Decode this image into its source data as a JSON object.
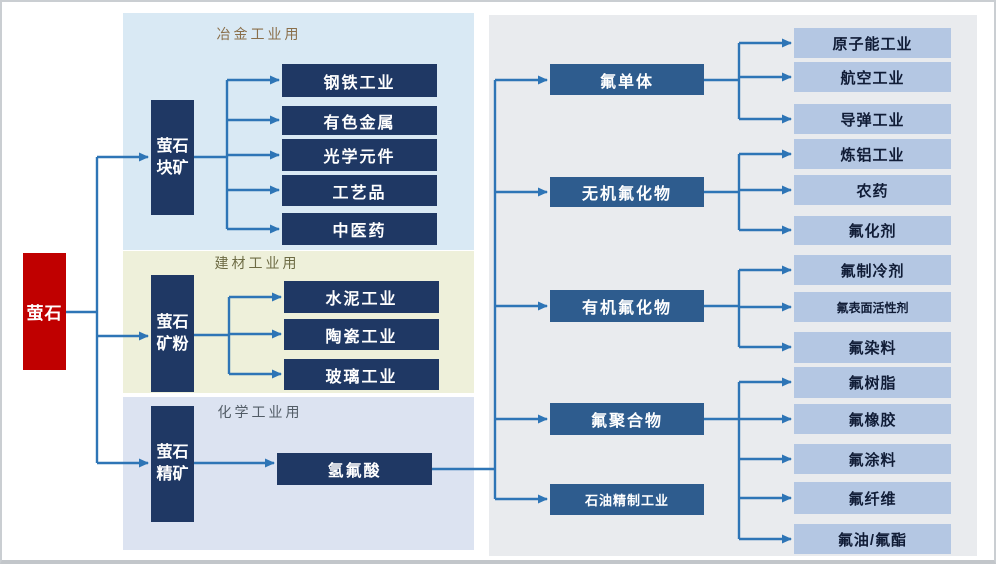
{
  "diagram": {
    "root": {
      "label": "萤石"
    },
    "stages": [
      {
        "label": "萤石\n块矿"
      },
      {
        "label": "萤石\n矿粉"
      },
      {
        "label": "萤石\n精矿"
      }
    ],
    "sections": [
      {
        "title": "冶金工业用"
      },
      {
        "title": "建材工业用"
      },
      {
        "title": "化学工业用"
      }
    ],
    "met_uses": [
      "钢铁工业",
      "有色金属",
      "光学元件",
      "工艺品",
      "中医药"
    ],
    "build_uses": [
      "水泥工业",
      "陶瓷工业",
      "玻璃工业"
    ],
    "hf": {
      "label": "氢氟酸"
    },
    "mid": [
      "氟单体",
      "无机氟化物",
      "有机氟化物",
      "氟聚合物",
      "石油精制工业"
    ],
    "right_uses": [
      "原子能工业",
      "航空工业",
      "导弹工业",
      "炼铝工业",
      "农药",
      "氟化剂",
      "氟制冷剂",
      "氟表面活性剂",
      "氟染料",
      "氟树脂",
      "氟橡胶",
      "氟涂料",
      "氟纤维",
      "氟油/氟酯"
    ]
  },
  "colors": {
    "root_red": "#c00000",
    "navy_box": "#1f3864",
    "mid_blue_box": "#2e5c8e",
    "leaf_blue_box": "#b4c7e3",
    "arrow_blue": "#2e75b6",
    "panel_metallurgy": "#d9e9f4",
    "panel_building": "#eef0da",
    "panel_chemical": "#dce3f1",
    "panel_downstream": "#e9ebee",
    "title_metallurgy": "#8a6f4a",
    "title_building": "#6d6b44",
    "title_chemical": "#525c66"
  }
}
